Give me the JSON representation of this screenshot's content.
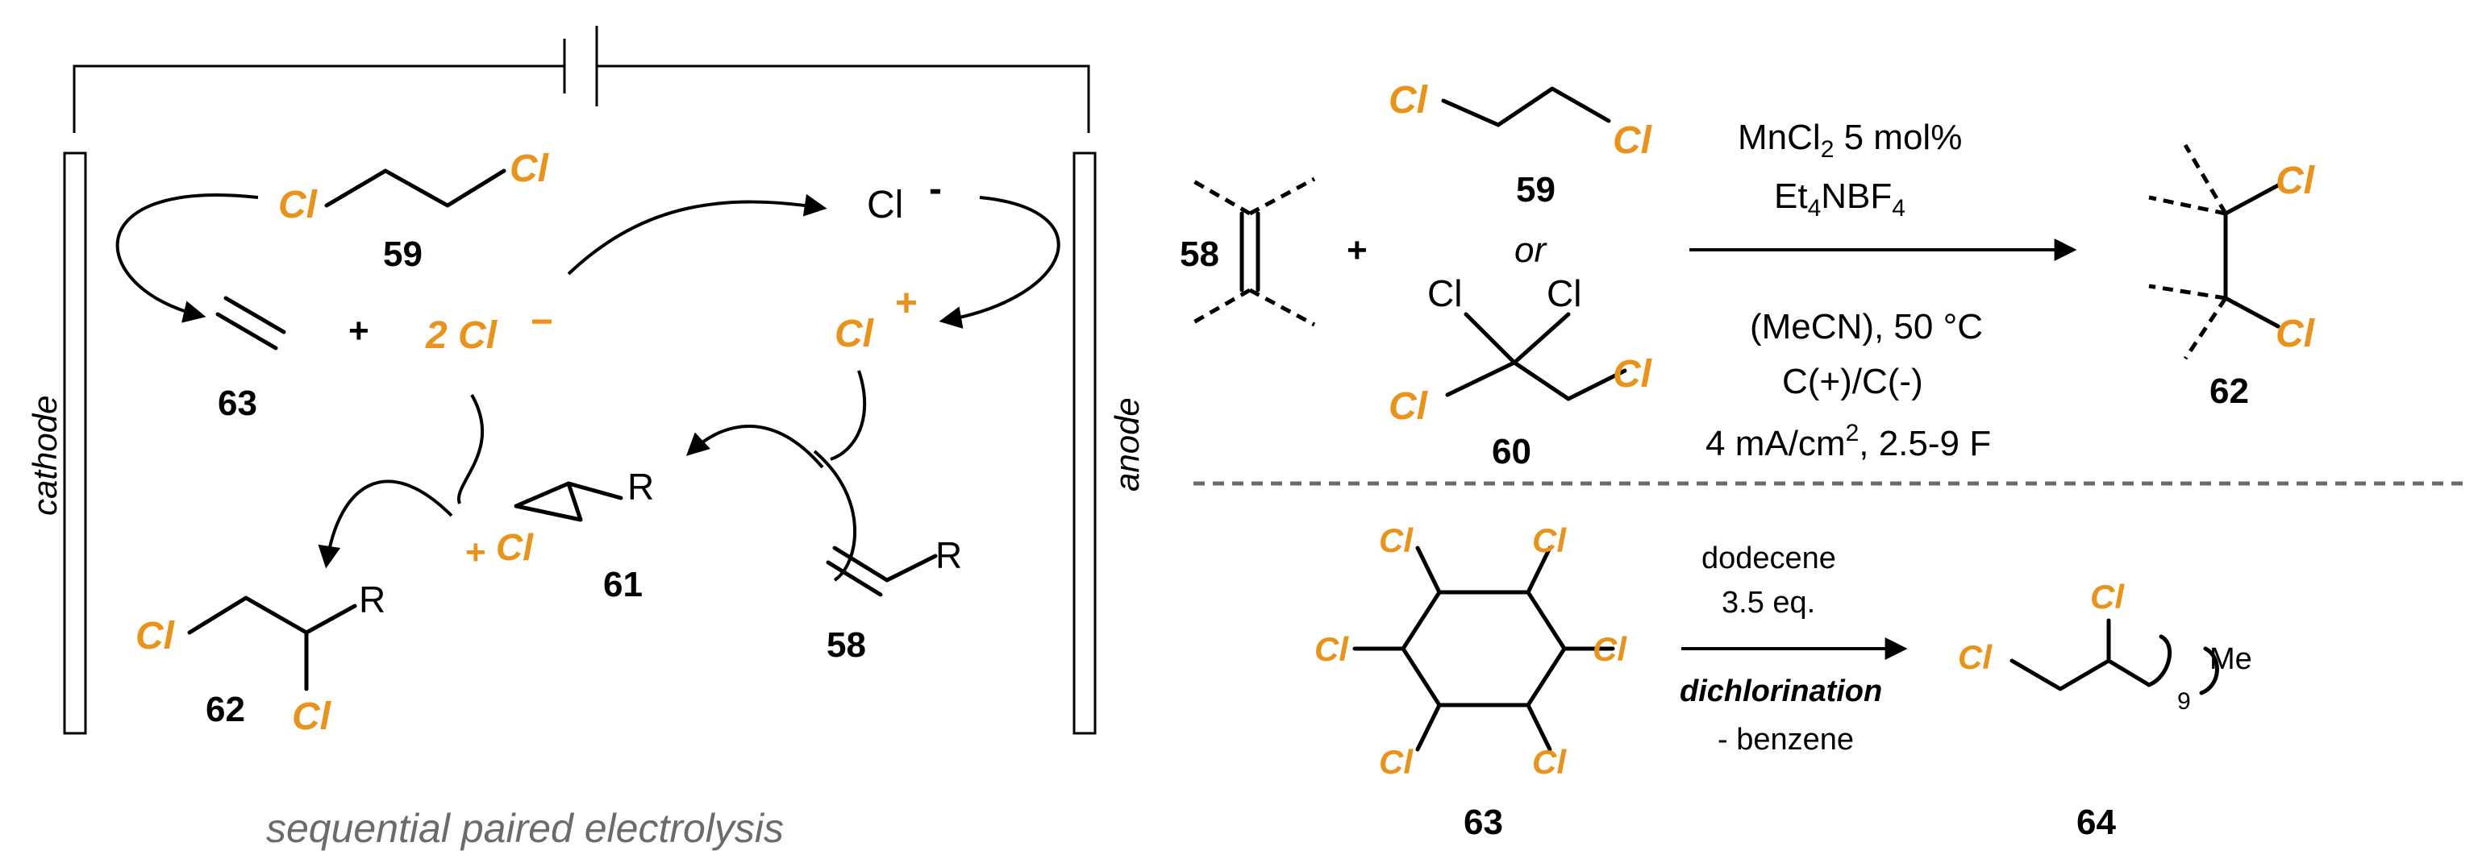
{
  "colors": {
    "chlorine": "#E8931C",
    "text": "#000000",
    "caption": "#6b6b6b"
  },
  "cell": {
    "cathode_label": "cathode",
    "anode_label": "anode",
    "caption": "sequential paired electrolysis"
  },
  "mechanism": {
    "dce_label": "59",
    "ethylene_label": "63",
    "plus": "+",
    "chloride_coef": "2 Cl",
    "chloride_charge": "−",
    "anode_chloride": "Cl",
    "anode_chloride_charge": "-",
    "chloronium_cl": "Cl",
    "chloronium_charge": "+",
    "episulfonium_label": "61",
    "episulfonium_charge": "+",
    "alkene_label": "58",
    "product_label": "62",
    "substituent": "R",
    "cl": "Cl"
  },
  "reaction1": {
    "alkene_label": "58",
    "plus": "+",
    "dce_label": "59",
    "or": "or",
    "tce_label": "60",
    "cond_mn": "MnCl",
    "cond_mn_sub": "2",
    "cond_mn_rest": " 5 mol%",
    "cond_salt": "Et",
    "cond_salt_sub": "4",
    "cond_salt_mid": "NBF",
    "cond_salt_sub2": "4",
    "cond_solvent": "(MeCN), 50 °C",
    "cond_electrodes": "C(+)/C(-)",
    "cond_current": "4 mA/cm",
    "cond_current_sup": "2",
    "cond_current_rest": ", 2.5-9 F",
    "product_label": "62",
    "cl": "Cl"
  },
  "reaction2": {
    "reagent_label": "63",
    "cond_alkene": "dodecene",
    "cond_eq": "3.5 eq.",
    "cond_type": "dichlorination",
    "cond_byproduct": "- benzene",
    "product_label": "64",
    "subscript": "9",
    "me": "Me",
    "cl": "Cl"
  }
}
